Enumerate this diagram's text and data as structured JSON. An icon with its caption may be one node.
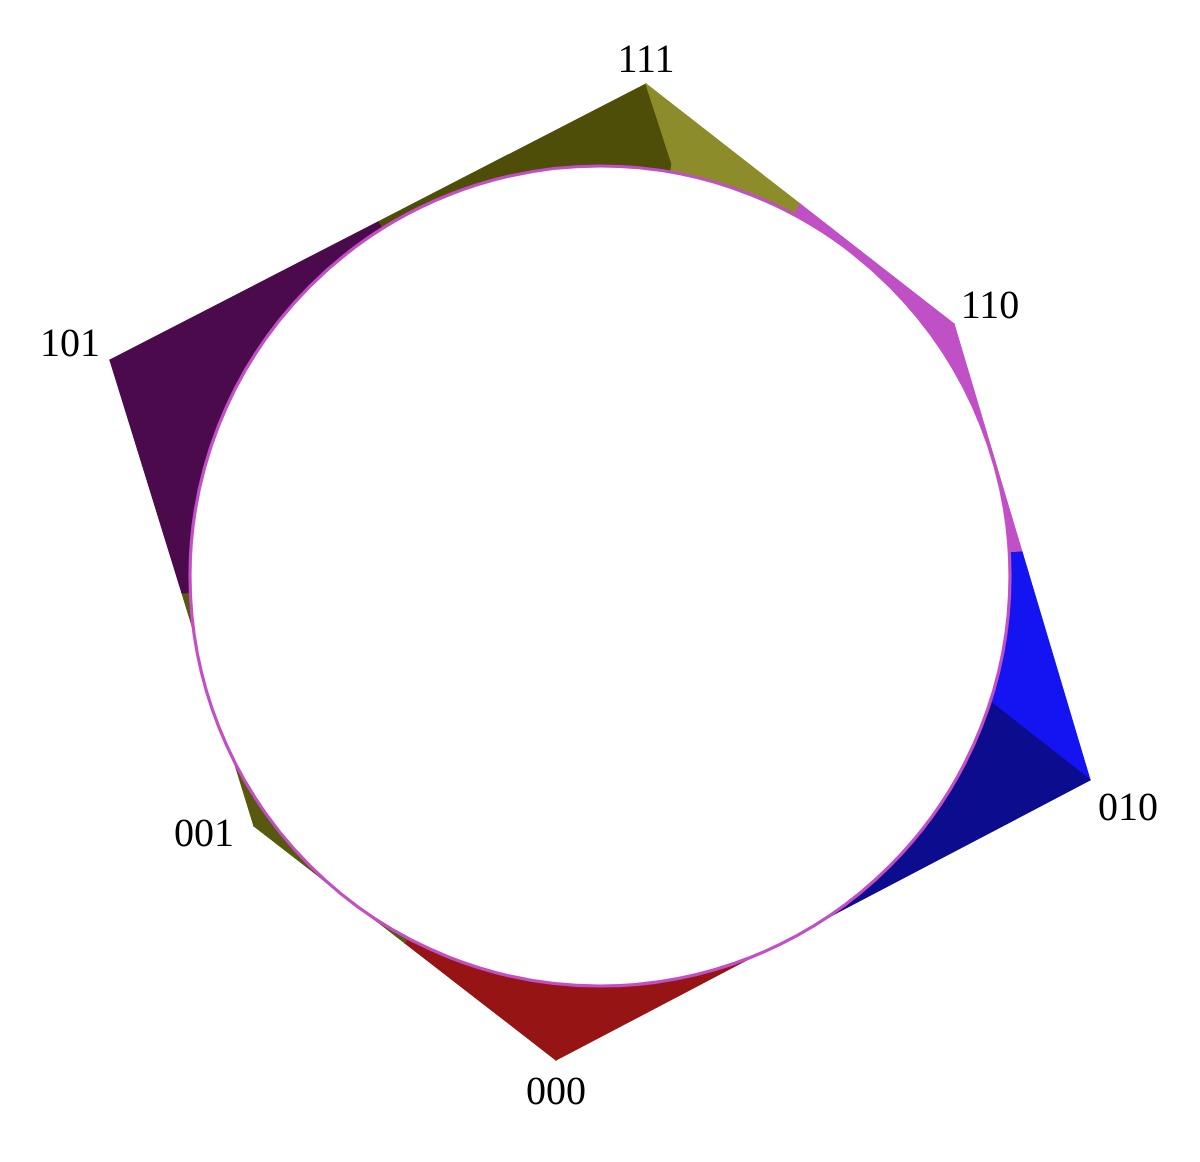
{
  "diagram": {
    "labels": [
      "111",
      "110",
      "101",
      "010",
      "001",
      "000"
    ]
  }
}
